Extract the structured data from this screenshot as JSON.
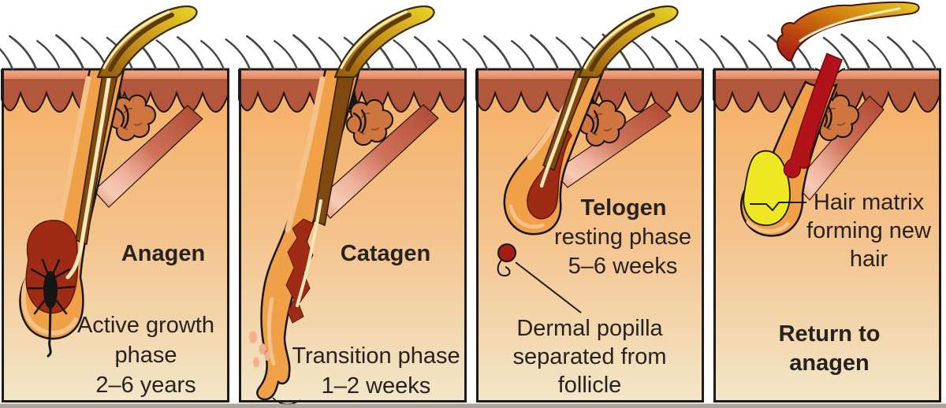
{
  "figure": {
    "description": "Hair growth cycle diagram with four labeled phases",
    "background": "#ffffff"
  },
  "colors": {
    "text": "#272220",
    "skin_epidermis": "#EE9D73",
    "skin_dermis": "#B2573B",
    "tissue_orange": "#F5AF63",
    "tissue_cream": "#F2E7C9",
    "follicle_orange": "#F0A148",
    "hair_gold": "#D9AE1C",
    "club_hair_red": "#A82A1B",
    "hair_matrix_yellow": "#EFE723",
    "papilla_black": "#151515"
  },
  "panels": [
    {
      "id": "anagen",
      "title": "Anagen",
      "caption_lines": [
        "Active growth",
        "phase",
        "2–6 years"
      ]
    },
    {
      "id": "catagen",
      "title": "Catagen",
      "caption_lines": [
        "Transition phase",
        "1–2 weeks"
      ]
    },
    {
      "id": "telogen",
      "title": "Telogen",
      "subtitle_lines": [
        "resting phase",
        "5–6 weeks"
      ],
      "callout_lines": [
        "Dermal popilla",
        "separated from",
        "follicle"
      ]
    },
    {
      "id": "return-to-anagen",
      "callout_lines": [
        "Hair matrix",
        "forming new",
        "hair"
      ],
      "title_lines": [
        "Return to",
        "anagen"
      ]
    }
  ]
}
